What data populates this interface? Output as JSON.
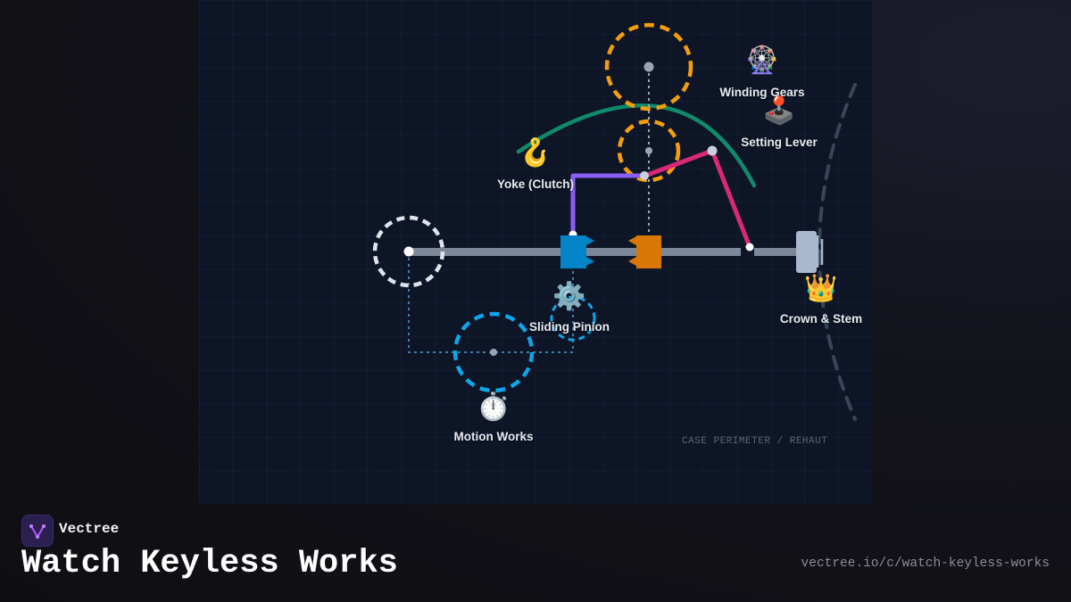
{
  "diagram": {
    "components": [
      {
        "id": "winding_gears",
        "label": "Winding Gears",
        "icon": "ferris-wheel-icon",
        "glyph": "🎡"
      },
      {
        "id": "setting_lever",
        "label": "Setting Lever",
        "icon": "joystick-icon",
        "glyph": "🕹️"
      },
      {
        "id": "yoke",
        "label": "Yoke (Clutch)",
        "icon": "hook-icon",
        "glyph": "🪝"
      },
      {
        "id": "sliding_pinion",
        "label": "Sliding Pinion",
        "icon": "gear-icon",
        "glyph": "⚙️"
      },
      {
        "id": "crown_stem",
        "label": "Crown & Stem",
        "icon": "crown-icon",
        "glyph": "👑"
      },
      {
        "id": "motion_works",
        "label": "Motion Works",
        "icon": "stopwatch-icon",
        "glyph": "⏱️"
      }
    ],
    "perimeter_note": "CASE PERIMETER / REHAUT",
    "colors": {
      "panel_bg": "#0d1526",
      "stem": "#7c8799",
      "winding_gear_ring": "#f59e0b",
      "motion_works_ring": "#0ea5e9",
      "setting_lever": "#db2777",
      "yoke_link": "#8b5cf6",
      "arc": "#0f8a6a",
      "sliding_pinion_block": "#0284c7",
      "clutch_block": "#d97706",
      "case_perimeter": "#3a4558"
    }
  },
  "footer": {
    "brand": "Vectree",
    "brand_icon": "vectree-logo-icon",
    "title": "Watch Keyless Works",
    "url": "vectree.io/c/watch-keyless-works"
  }
}
